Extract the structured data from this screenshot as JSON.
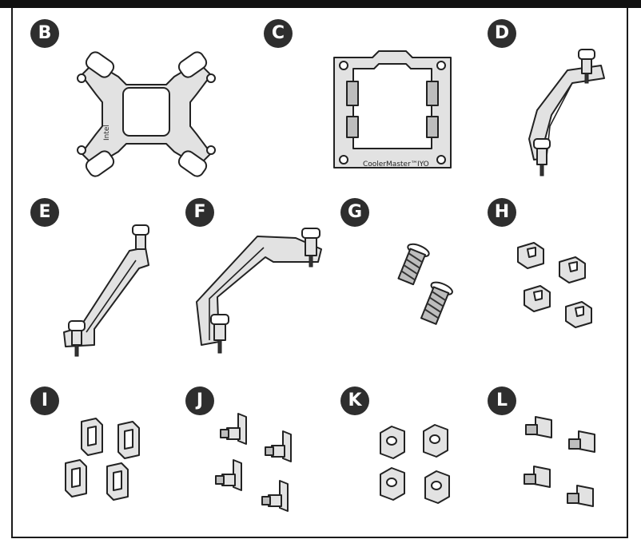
{
  "parts": [
    {
      "key": "B",
      "label": "B",
      "icon": "backplate-icon"
    },
    {
      "key": "C",
      "label": "C",
      "icon": "intel-backplate-frame-icon"
    },
    {
      "key": "D",
      "label": "D",
      "icon": "curved-mounting-bracket-icon"
    },
    {
      "key": "E",
      "label": "E",
      "icon": "straight-mounting-bracket-icon"
    },
    {
      "key": "F",
      "label": "F",
      "icon": "bent-mounting-bracket-icon"
    },
    {
      "key": "G",
      "label": "G",
      "icon": "screw-pair-icon"
    },
    {
      "key": "H",
      "label": "H",
      "icon": "clip-set-icon"
    },
    {
      "key": "I",
      "label": "I",
      "icon": "spacer-clip-set-icon"
    },
    {
      "key": "J",
      "label": "J",
      "icon": "t-screw-set-icon"
    },
    {
      "key": "K",
      "label": "K",
      "icon": "hex-standoff-set-icon"
    },
    {
      "key": "L",
      "label": "L",
      "icon": "thumb-screw-set-icon"
    }
  ],
  "plate_c_text": "CoolerMaster™",
  "plate_c_marks": "IYO",
  "plate_b_marks": "Intel"
}
